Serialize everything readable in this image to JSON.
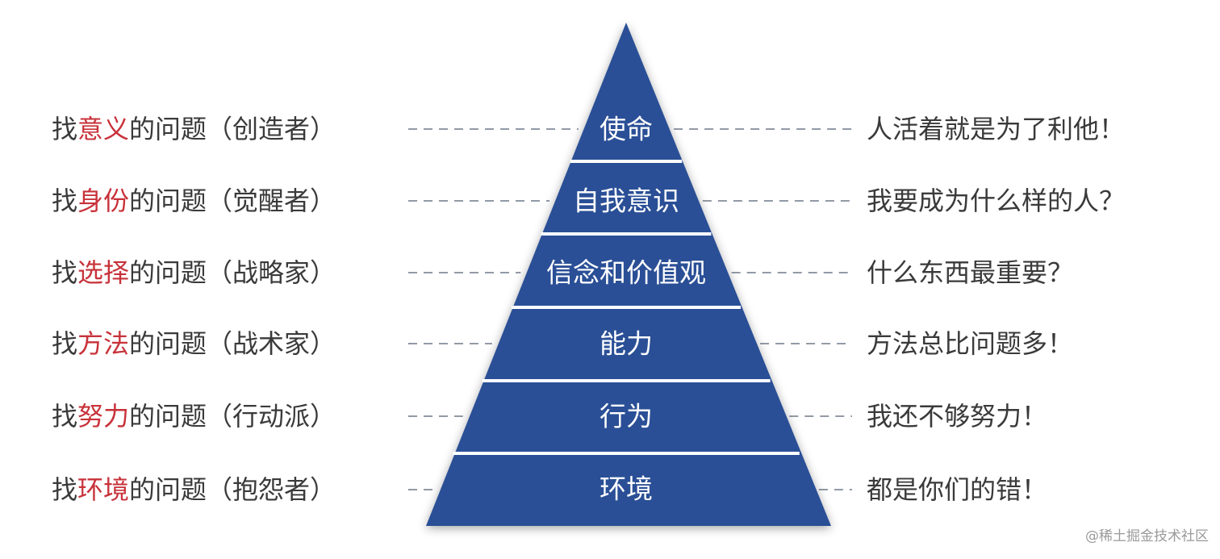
{
  "pyramid": {
    "fill": "#2b4f96",
    "divider": "#ffffff",
    "label_color": "#ffffff"
  },
  "levels": [
    {
      "label": "使命",
      "left": {
        "prefix": "找",
        "highlight": "意义",
        "suffix": "的问题（创造者）"
      },
      "right": "人活着就是为了利他！"
    },
    {
      "label": "自我意识",
      "left": {
        "prefix": "找",
        "highlight": "身份",
        "suffix": "的问题（觉醒者）"
      },
      "right": "我要成为什么样的人？"
    },
    {
      "label": "信念和价值观",
      "left": {
        "prefix": "找",
        "highlight": "选择",
        "suffix": "的问题（战略家）"
      },
      "right": "什么东西最重要？"
    },
    {
      "label": "能力",
      "left": {
        "prefix": "找",
        "highlight": "方法",
        "suffix": "的问题（战术家）"
      },
      "right": "方法总比问题多！"
    },
    {
      "label": "行为",
      "left": {
        "prefix": "找",
        "highlight": "努力",
        "suffix": "的问题（行动派）"
      },
      "right": "我还不够努力！"
    },
    {
      "label": "环境",
      "left": {
        "prefix": "找",
        "highlight": "环境",
        "suffix": "的问题（抱怨者）"
      },
      "right": "都是你们的错！"
    }
  ],
  "colors": {
    "highlight": "#c8323a",
    "text": "#3a3a3a",
    "dash": "#6f7888"
  },
  "watermark": "@稀土掘金技术社区"
}
